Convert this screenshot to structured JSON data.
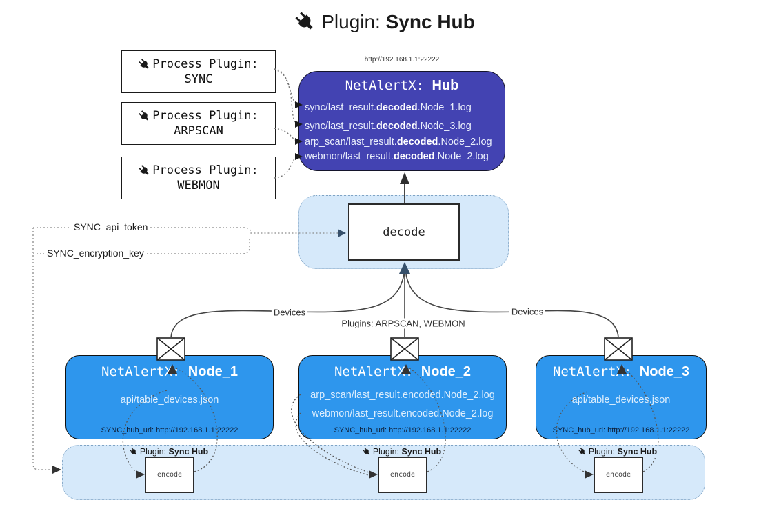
{
  "title": {
    "prefix": "Plugin:",
    "name": "Sync Hub"
  },
  "hub": {
    "url_above": "http://192.168.1.1:22222",
    "title_mono": "NetAlertX: ",
    "title_bold": "Hub",
    "lines": [
      {
        "pre": "sync/last_result.",
        "bold": "decoded",
        "post": ".Node_1.log"
      },
      {
        "pre": "sync/last_result.",
        "bold": "decoded",
        "post": ".Node_3.log"
      },
      {
        "pre": "arp_scan/last_result.",
        "bold": "decoded",
        "post": ".Node_2.log"
      },
      {
        "pre": "webmon/last_result.",
        "bold": "decoded",
        "post": ".Node_2.log"
      }
    ]
  },
  "process_plugins": [
    {
      "label": "Process Plugin:",
      "name": "SYNC"
    },
    {
      "label": "Process Plugin:",
      "name": "ARPSCAN"
    },
    {
      "label": "Process Plugin:",
      "name": "WEBMON"
    }
  ],
  "decode_label": "decode",
  "tokens": {
    "api_token": "SYNC_api_token",
    "encryption_key": "SYNC_encryption_key"
  },
  "edges": {
    "devices_left": "Devices",
    "middle": "Plugins: ARPSCAN, WEBMON",
    "devices_right": "Devices"
  },
  "nodes": [
    {
      "title_mono": "NetAlertX: ",
      "title_bold": "Node_1",
      "lines": [
        "api/table_devices.json"
      ],
      "hub_url": "SYNC_hub_url: http://192.168.1.1:22222"
    },
    {
      "title_mono": "NetAlertX: ",
      "title_bold": "Node_2",
      "lines": [
        "arp_scan/last_result.encoded.Node_2.log",
        "webmon/last_result.encoded.Node_2.log"
      ],
      "hub_url": "SYNC_hub_url: http://192.168.1.1:22222"
    },
    {
      "title_mono": "NetAlertX: ",
      "title_bold": "Node_3",
      "lines": [
        "api/table_devices.json"
      ],
      "hub_url": "SYNC_hub_url: http://192.168.1.1:22222"
    }
  ],
  "encoders": {
    "label_prefix": "Plugin:",
    "label_bold": "Sync Hub",
    "box_label": "encode"
  },
  "colors": {
    "hub_bg": "#4343B2",
    "node_bg": "#2E96ED",
    "panel_bg": "#D6E9FA",
    "panel_border": "#7FA3C4",
    "line": "#444444"
  }
}
